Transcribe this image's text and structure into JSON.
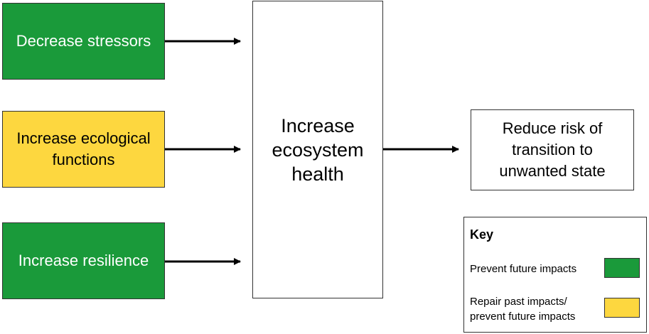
{
  "inputs": {
    "stressors": {
      "label": "Decrease stressors",
      "category": "prevent"
    },
    "functions": {
      "label": "Increase ecological functions",
      "category": "repair"
    },
    "resilience": {
      "label": "Increase resilience",
      "category": "prevent"
    }
  },
  "center": {
    "label": "Increase ecosystem health"
  },
  "outcome": {
    "label": "Reduce risk of transition to unwanted state"
  },
  "key": {
    "title": "Key",
    "items": [
      {
        "label": "Prevent future impacts",
        "color": "#1a9a3a"
      },
      {
        "label": "Repair past impacts/ prevent future impacts",
        "color": "#fdd73f"
      }
    ]
  },
  "edges": [
    {
      "from": "stressors",
      "to": "center"
    },
    {
      "from": "functions",
      "to": "center"
    },
    {
      "from": "resilience",
      "to": "center"
    },
    {
      "from": "center",
      "to": "outcome"
    }
  ],
  "colors": {
    "prevent": "#1a9a3a",
    "repair": "#fdd73f",
    "arrow": "#000000"
  }
}
